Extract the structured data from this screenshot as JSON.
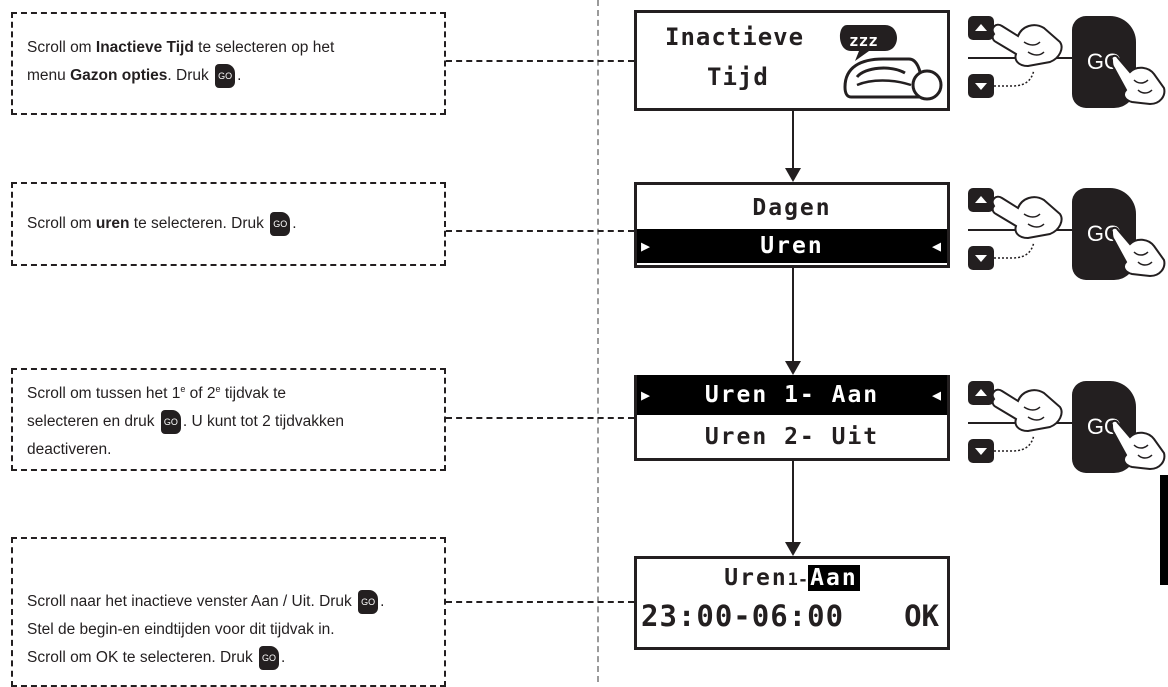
{
  "instructions": [
    {
      "lines": [
        [
          {
            "t": "Scroll om ",
            "b": false
          },
          {
            "t": "Inactieve Tijd",
            "b": true
          },
          {
            "t": " te selecteren op het",
            "b": false
          }
        ],
        [
          {
            "t": "menu ",
            "b": false
          },
          {
            "t": "Gazon opties",
            "b": true
          },
          {
            "t": ". Druk ",
            "b": false
          },
          {
            "go": true
          },
          {
            "t": ".",
            "b": false
          }
        ]
      ]
    },
    {
      "lines": [
        [
          {
            "t": "Scroll om ",
            "b": false
          },
          {
            "t": "uren",
            "b": true
          },
          {
            "t": " te selecteren. Druk ",
            "b": false
          },
          {
            "go": true
          },
          {
            "t": ".",
            "b": false
          }
        ]
      ]
    },
    {
      "lines": [
        [
          {
            "t": "Scroll om tussen het 1",
            "b": false
          },
          {
            "sup": "e"
          },
          {
            "t": " of 2",
            "b": false
          },
          {
            "sup": "e"
          },
          {
            "t": " tijdvak te",
            "b": false
          }
        ],
        [
          {
            "t": "selecteren en druk ",
            "b": false
          },
          {
            "go": true
          },
          {
            "t": ". U kunt tot 2 tijdvakken",
            "b": false
          }
        ],
        [
          {
            "t": "deactiveren.",
            "b": false
          }
        ]
      ]
    },
    {
      "lines": [
        [
          {
            "t": "Scroll naar het inactieve venster Aan / Uit. Druk ",
            "b": false
          },
          {
            "go": true
          },
          {
            "t": ".",
            "b": false
          }
        ],
        [
          {
            "t": "Stel de begin-en eindtijden voor dit tijdvak in.",
            "b": false
          }
        ],
        [
          {
            "t": "Scroll om OK te selecteren. Druk ",
            "b": false
          },
          {
            "go": true
          },
          {
            "t": ".",
            "b": false
          }
        ]
      ]
    }
  ],
  "go_label": "GO",
  "screens": {
    "s1": {
      "line1": "Inactieve",
      "line2": "Tijd",
      "icon": "sleeping-mower-zzz-icon",
      "zzz": "zzz"
    },
    "s2": {
      "row1": "Dagen",
      "row2": "Uren"
    },
    "s3": {
      "row1": "Uren 1- Aan",
      "row2": "Uren 2- Uit"
    },
    "s4": {
      "title_prefix": "Uren",
      "title_num": "1-",
      "title_sel": "Aan",
      "time": "23:00-06:00",
      "ok": "OK"
    }
  },
  "control_icons": [
    "up-button-icon",
    "down-button-icon",
    "pressing-hand-icon",
    "go-button-icon"
  ]
}
